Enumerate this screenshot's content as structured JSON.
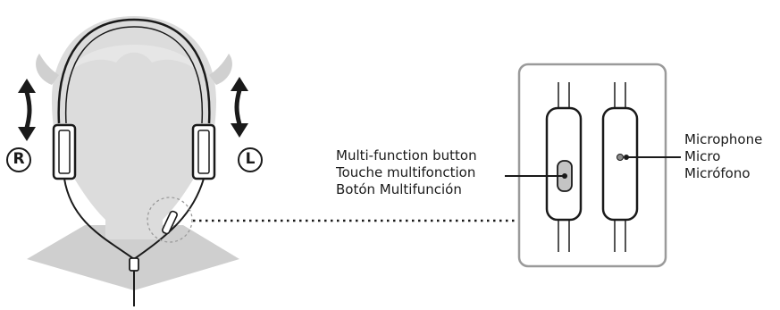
{
  "markers": {
    "right": "R",
    "left": "L"
  },
  "callouts": {
    "multi_function_button": {
      "en": "Multi-function button",
      "fr": "Touche multifonction",
      "es": "Botón Multifunción"
    },
    "microphone": {
      "en": "Microphone",
      "fr": "Micro",
      "es": "Micrófono"
    }
  },
  "colors": {
    "line": "#1a1a1a",
    "silhouette": "#dcdcdc",
    "silhouette_light": "#e6e6e6",
    "floor": "#cfcfcf",
    "panel_border": "#9a9a9a",
    "ring": "#9a9a9a",
    "button": "#c4c4c4",
    "mic_hole": "#8c8c8c"
  },
  "icons": {
    "adjust_arrow": "vertical-double-arrow-icon",
    "side_marker": "circled-letter-icon"
  }
}
